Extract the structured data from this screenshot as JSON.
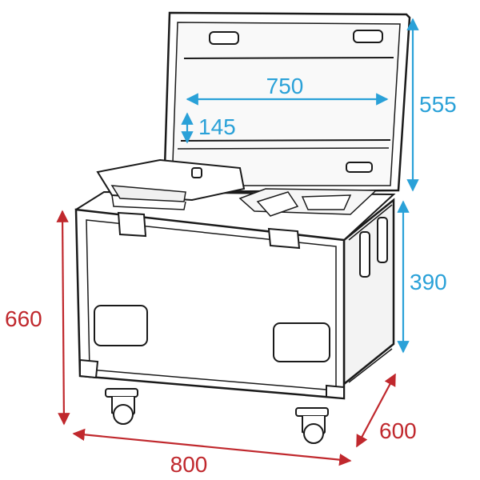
{
  "colors": {
    "outline": "#1a1a1a",
    "fill": "#ffffff",
    "inner_fill": "#f6f6f6",
    "blue_dimension": "#2aa1d8",
    "red_dimension": "#c0282d"
  },
  "dimensions": {
    "lid_inner_width": "750",
    "lid_inner_height": "145",
    "lid_height": "555",
    "base_height": "390",
    "total_height": "660",
    "width": "800",
    "depth": "600"
  }
}
